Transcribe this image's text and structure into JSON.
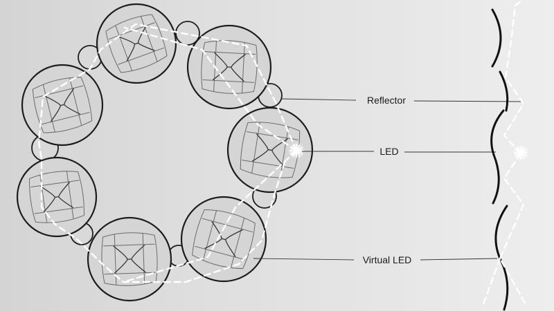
{
  "labels": {
    "reflector": "Reflector",
    "led": "LED",
    "virtual_led": "Virtual LED"
  },
  "colors": {
    "background": "#dcdcdc",
    "ray": "#ffffff",
    "outline": "#1c1c1c"
  },
  "icons": {
    "led": "led-source-icon",
    "virtual_led": "virtual-led-icon"
  }
}
